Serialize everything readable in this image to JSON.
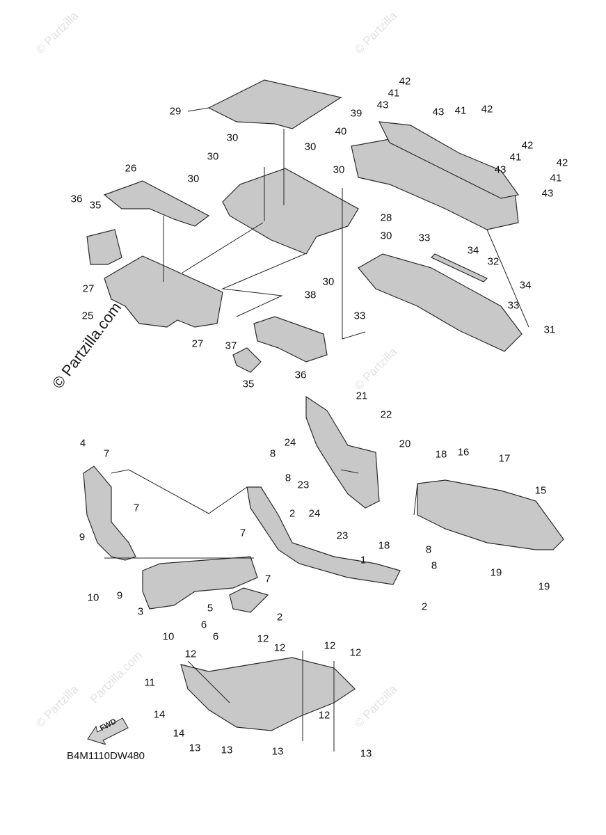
{
  "diagram_code": "B4M1110DW480",
  "fwd_label": "FWD",
  "watermark_small": "© Partzilla",
  "watermark_large": "© Partzilla.com",
  "watermark_medium": "Partzilla.com",
  "part_fill": "#c8c8c8",
  "part_stroke": "#2a2a2a",
  "callouts": [
    "42",
    "41",
    "43",
    "43",
    "41",
    "42",
    "39",
    "40",
    "42",
    "41",
    "42",
    "43",
    "41",
    "43",
    "29",
    "30",
    "30",
    "30",
    "30",
    "30",
    "26",
    "28",
    "30",
    "36",
    "35",
    "27",
    "25",
    "30",
    "33",
    "34",
    "32",
    "34",
    "33",
    "33",
    "31",
    "38",
    "27",
    "37",
    "35",
    "36",
    "21",
    "22",
    "4",
    "7",
    "24",
    "20",
    "8",
    "18",
    "16",
    "17",
    "23",
    "8",
    "24",
    "7",
    "23",
    "15",
    "2",
    "9",
    "7",
    "18",
    "8",
    "1",
    "8",
    "10",
    "9",
    "7",
    "19",
    "19",
    "3",
    "5",
    "2",
    "6",
    "2",
    "6",
    "10",
    "12",
    "12",
    "12",
    "12",
    "12",
    "11",
    "14",
    "12",
    "14",
    "13",
    "13",
    "13",
    "13"
  ]
}
